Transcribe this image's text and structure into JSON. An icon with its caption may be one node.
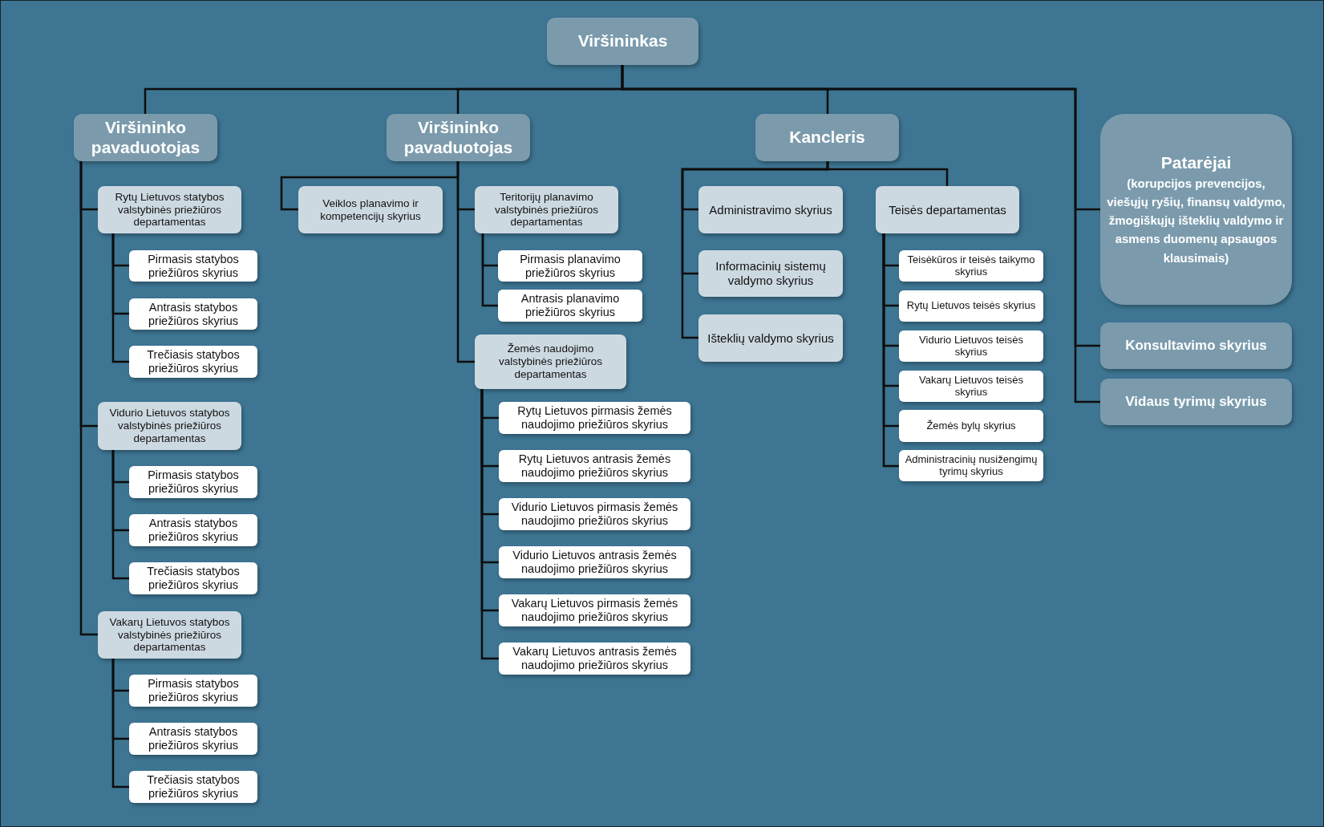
{
  "diagram": {
    "nodes": [
      {
        "text": [
          "Viršininkas"
        ]
      },
      {
        "text": [
          "Viršininko pavaduotojas"
        ]
      },
      {
        "text": [
          "Viršininko pavaduotojas"
        ]
      },
      {
        "text": [
          "Kancleris"
        ]
      },
      {
        "text": [
          "Patarėjai",
          "(korupcijos prevencijos, viešųjų ryšių, finansų valdymo, žmogiškųjų išteklių valdymo ir asmens duomenų apsaugos klausimais)"
        ]
      },
      {
        "text": [
          "Konsultavimo skyrius"
        ]
      },
      {
        "text": [
          "Vidaus tyrimų skyrius"
        ]
      },
      {
        "text": [
          "Rytų Lietuvos statybos valstybinės priežiūros departamentas"
        ]
      },
      {
        "text": [
          "Pirmasis statybos priežiūros skyrius"
        ]
      },
      {
        "text": [
          "Antrasis statybos priežiūros skyrius"
        ]
      },
      {
        "text": [
          "Trečiasis statybos priežiūros skyrius"
        ]
      },
      {
        "text": [
          "Vidurio Lietuvos statybos valstybinės priežiūros departamentas"
        ]
      },
      {
        "text": [
          "Pirmasis statybos priežiūros skyrius"
        ]
      },
      {
        "text": [
          "Antrasis statybos priežiūros skyrius"
        ]
      },
      {
        "text": [
          "Trečiasis statybos priežiūros skyrius"
        ]
      },
      {
        "text": [
          "Vakarų Lietuvos statybos valstybinės priežiūros departamentas"
        ]
      },
      {
        "text": [
          "Pirmasis statybos priežiūros skyrius"
        ]
      },
      {
        "text": [
          "Antrasis statybos priežiūros skyrius"
        ]
      },
      {
        "text": [
          "Trečiasis statybos priežiūros skyrius"
        ]
      },
      {
        "text": [
          "Veiklos planavimo ir kompetencijų skyrius"
        ]
      },
      {
        "text": [
          "Teritorijų planavimo valstybinės priežiūros departamentas"
        ]
      },
      {
        "text": [
          "Pirmasis planavimo priežiūros skyrius"
        ]
      },
      {
        "text": [
          "Antrasis planavimo priežiūros skyrius"
        ]
      },
      {
        "text": [
          "Žemės naudojimo valstybinės priežiūros departamentas"
        ]
      },
      {
        "text": [
          "Rytų Lietuvos pirmasis žemės naudojimo priežiūros skyrius"
        ]
      },
      {
        "text": [
          "Rytų Lietuvos antrasis žemės naudojimo priežiūros skyrius"
        ]
      },
      {
        "text": [
          "Vidurio Lietuvos pirmasis žemės naudojimo priežiūros skyrius"
        ]
      },
      {
        "text": [
          "Vidurio Lietuvos antrasis žemės naudojimo priežiūros skyrius"
        ]
      },
      {
        "text": [
          "Vakarų Lietuvos pirmasis žemės naudojimo priežiūros skyrius"
        ]
      },
      {
        "text": [
          "Vakarų Lietuvos antrasis žemės naudojimo priežiūros skyrius"
        ]
      },
      {
        "text": [
          "Administravimo skyrius"
        ]
      },
      {
        "text": [
          "Informacinių sistemų valdymo skyrius"
        ]
      },
      {
        "text": [
          "Išteklių valdymo skyrius"
        ]
      },
      {
        "text": [
          "Teisės departamentas"
        ]
      },
      {
        "text": [
          "Teisėkūros ir teisės taikymo skyrius"
        ]
      },
      {
        "text": [
          "Rytų Lietuvos teisės skyrius"
        ]
      },
      {
        "text": [
          "Vidurio Lietuvos teisės skyrius"
        ]
      },
      {
        "text": [
          "Vakarų Lietuvos teisės skyrius"
        ]
      },
      {
        "text": [
          "Žemės bylų skyrius"
        ]
      },
      {
        "text": [
          "Administracinių nusižengimų tyrimų skyrius"
        ]
      }
    ],
    "edges": [
      {
        "from": 0,
        "to": 1,
        "arrow": "none"
      },
      {
        "from": 0,
        "to": 2,
        "arrow": "none"
      },
      {
        "from": 0,
        "to": 3,
        "arrow": "none"
      },
      {
        "from": 0,
        "to": 4,
        "arrow": "none"
      },
      {
        "from": 0,
        "to": 5,
        "arrow": "none"
      },
      {
        "from": 0,
        "to": 6,
        "arrow": "none"
      },
      {
        "from": 1,
        "to": 7,
        "arrow": "none"
      },
      {
        "from": 7,
        "to": 8,
        "arrow": "none"
      },
      {
        "from": 7,
        "to": 9,
        "arrow": "none"
      },
      {
        "from": 7,
        "to": 10,
        "arrow": "none"
      },
      {
        "from": 1,
        "to": 11,
        "arrow": "none"
      },
      {
        "from": 11,
        "to": 12,
        "arrow": "none"
      },
      {
        "from": 11,
        "to": 13,
        "arrow": "none"
      },
      {
        "from": 11,
        "to": 14,
        "arrow": "none"
      },
      {
        "from": 1,
        "to": 15,
        "arrow": "none"
      },
      {
        "from": 15,
        "to": 16,
        "arrow": "none"
      },
      {
        "from": 15,
        "to": 17,
        "arrow": "none"
      },
      {
        "from": 15,
        "to": 18,
        "arrow": "none"
      },
      {
        "from": 2,
        "to": 19,
        "arrow": "none"
      },
      {
        "from": 2,
        "to": 20,
        "arrow": "none"
      },
      {
        "from": 20,
        "to": 21,
        "arrow": "none"
      },
      {
        "from": 20,
        "to": 22,
        "arrow": "none"
      },
      {
        "from": 2,
        "to": 23,
        "arrow": "none"
      },
      {
        "from": 23,
        "to": 24,
        "arrow": "none"
      },
      {
        "from": 23,
        "to": 25,
        "arrow": "none"
      },
      {
        "from": 23,
        "to": 26,
        "arrow": "none"
      },
      {
        "from": 23,
        "to": 27,
        "arrow": "none"
      },
      {
        "from": 23,
        "to": 28,
        "arrow": "none"
      },
      {
        "from": 23,
        "to": 29,
        "arrow": "none"
      },
      {
        "from": 3,
        "to": 30,
        "arrow": "none"
      },
      {
        "from": 3,
        "to": 31,
        "arrow": "none"
      },
      {
        "from": 3,
        "to": 32,
        "arrow": "none"
      },
      {
        "from": 3,
        "to": 33,
        "arrow": "none"
      },
      {
        "from": 33,
        "to": 34,
        "arrow": "none"
      },
      {
        "from": 33,
        "to": 35,
        "arrow": "none"
      },
      {
        "from": 33,
        "to": 36,
        "arrow": "none"
      },
      {
        "from": 33,
        "to": 37,
        "arrow": "none"
      },
      {
        "from": 33,
        "to": 38,
        "arrow": "none"
      },
      {
        "from": 33,
        "to": 39,
        "arrow": "none"
      }
    ]
  }
}
